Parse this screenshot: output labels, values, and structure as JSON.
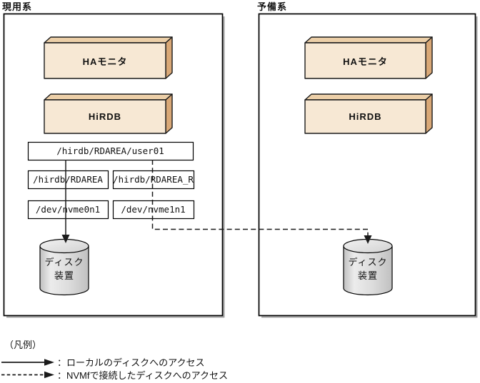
{
  "colors": {
    "box_front": "#f7e8d4",
    "box_top": "#eccfa8",
    "box_side": "#d9a877",
    "outline": "#1a1a1a",
    "shadow": "#9a9a9a",
    "cylinder_edge": "#c0c0c0",
    "cylinder_body": "#dcdcdc",
    "cylinder_top": "#ececec"
  },
  "active_system": {
    "label": "現用系",
    "ha_monitor": "HAモニタ",
    "hirdb": "HiRDB",
    "rdarea_file": "/hirdb/RDAREA/user01",
    "symlink_local": "/hirdb/RDAREA",
    "symlink_remote": "/hirdb/RDAREA_R",
    "device_local": "/dev/nvme0n1",
    "device_remote": "/dev/nvme1n1",
    "disk_line1": "ディスク",
    "disk_line2": "装置"
  },
  "standby_system": {
    "label": "予備系",
    "ha_monitor": "HAモニタ",
    "hirdb": "HiRDB",
    "disk_line1": "ディスク",
    "disk_line2": "装置"
  },
  "legend": {
    "title": "（凡例）",
    "items": [
      {
        "line_style": "solid",
        "label": "：ローカルのディスクへのアクセス"
      },
      {
        "line_style": "dashed",
        "label": "：NVMfで接続したディスクへのアクセス"
      }
    ]
  }
}
